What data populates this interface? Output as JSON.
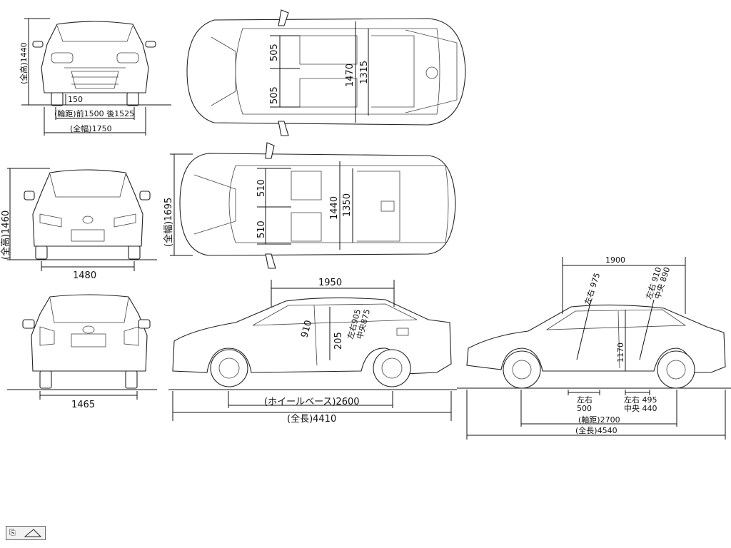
{
  "civic_front": {
    "height": "(全高)1440",
    "ground_clearance": "150",
    "tread": "(輪距)前1500 後1525",
    "width": "(全幅)1750"
  },
  "civic_top": {
    "seat_front": "505",
    "seat_rear": "505",
    "interior_width_a": "1470",
    "interior_width_b": "1315"
  },
  "corolla_front": {
    "height": "(全高)1460",
    "tread": "1480"
  },
  "corolla_top": {
    "width": "(全幅)1695",
    "seat_front": "510",
    "seat_rear": "510",
    "interior_width_a": "1440",
    "interior_width_b": "1350"
  },
  "corolla_rear": {
    "tread": "1465"
  },
  "corolla_side": {
    "interior_length": "1950",
    "headroom_front": "910",
    "headroom_rear_a": "左右905",
    "headroom_rear_b": "中央875",
    "seat_height": "205",
    "wheelbase": "(ホイールベース)2600",
    "length": "(全長)4410"
  },
  "civic_side": {
    "interior_length": "1900",
    "headroom_front": "左右 975",
    "headroom_rear_a": "左右 910",
    "headroom_rear_b": "中央 890",
    "interior_height": "1170",
    "legroom_front_a": "左右",
    "legroom_front_b": "500",
    "legroom_rear_a": "左右 495",
    "legroom_rear_b": "中央 440",
    "wheelbase": "(軸距)2700",
    "length": "(全長)4540"
  },
  "corner_button": {
    "icon": "page-corner-icon"
  }
}
